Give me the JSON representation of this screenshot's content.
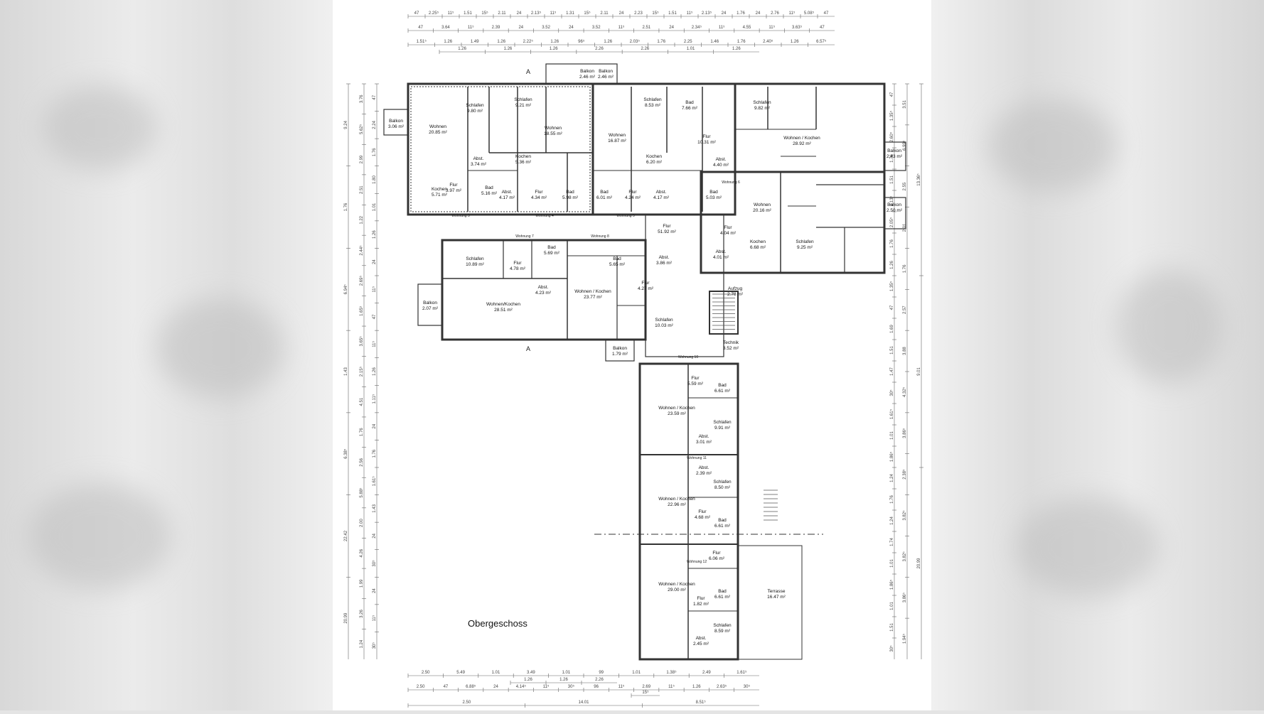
{
  "title": "Obergeschoss",
  "top_dims": {
    "row1": [
      "47",
      "2.25⁵",
      "11⁵",
      "1.51",
      "15⁵",
      "2.11",
      "24",
      "2.13⁵",
      "11⁵",
      "1.31",
      "15⁵",
      "2.11",
      "24",
      "2.23",
      "15⁵",
      "1.51",
      "11⁵",
      "2.13⁵",
      "24",
      "1.76",
      "24",
      "2.76",
      "11⁵",
      "5.08⁵",
      "47"
    ],
    "row2": [
      "47",
      "3.64",
      "11⁵",
      "2.39",
      "24",
      "3.52",
      "24",
      "3.52",
      "11⁵",
      "2.51",
      "24",
      "2.34⁵",
      "11⁵",
      "4.55",
      "11⁵",
      "3.63⁵",
      "47"
    ],
    "row3": [
      "1.51⁵",
      "1.26",
      "1.49",
      "1.26",
      "2.22⁵",
      "1.26",
      "96⁵",
      "1.26",
      "2.03⁵",
      "1.76",
      "2.25",
      "1.46",
      "1.76",
      "2.40⁵",
      "1.26",
      "6.57⁵"
    ],
    "row3b": [
      "1.26",
      "1.26",
      "1.26",
      "2.26",
      "2.26",
      "1.01",
      "1.26"
    ]
  },
  "bottom_dims": {
    "row1": [
      "2.50",
      "5.49",
      "1.01",
      "3.49",
      "1.01",
      "99",
      "1.01",
      "1.38⁵",
      "2.49",
      "1.61⁵"
    ],
    "row1b": [
      "1.26",
      "1.26",
      "2.26"
    ],
    "row2": [
      "2.50",
      "47",
      "6.88⁵",
      "24",
      "4.14⁵",
      "11⁵",
      "30⁵",
      "96",
      "11⁵",
      "2.69",
      "11⁵",
      "1.26",
      "2.63⁵",
      "30⁵"
    ],
    "row2b": [
      "15⁵"
    ],
    "row3": [
      "2.50",
      "14.01",
      "8.51⁵"
    ]
  },
  "left_dims": {
    "outer": [
      "9.24",
      "1.76",
      "6.94⁵",
      "1.43",
      "6.38⁵",
      "22.42",
      "20.99"
    ],
    "inner": [
      "3.76",
      "5.62⁵",
      "2.99",
      "2.51",
      "1.22",
      "2.44⁵",
      "2.69⁵",
      "1.65⁵",
      "3.65⁵",
      "2.15⁵",
      "4.51",
      "1.76",
      "2.56",
      "5.88⁵",
      "2.00",
      "4.26",
      "1.99",
      "3.26",
      "1.24"
    ],
    "small": [
      "47",
      "2.24",
      "1.76",
      "1.80",
      "1.01",
      "1.26",
      "24",
      "11⁵",
      "47",
      "11⁵",
      "1.26",
      "1.11⁵",
      "24",
      "1.76",
      "1.61⁵",
      "1.43",
      "24",
      "30⁵",
      "24",
      "11⁵",
      "30⁵"
    ]
  },
  "right_dims": {
    "outer": [
      "13.36⁵",
      "9.01",
      "20.99"
    ],
    "inner": [
      "3.51",
      "6.99⁵",
      "2.55",
      "2.01",
      "1.76",
      "2.57",
      "3.88",
      "4.32⁵",
      "3.86⁵",
      "2.38⁵",
      "3.82⁵",
      "3.82⁵",
      "3.86⁵",
      "1.94⁵"
    ],
    "small": [
      "47",
      "1.35⁵",
      "2.60⁵",
      "1.76",
      "1.51",
      "2.13⁵",
      "2.05⁵",
      "1.76",
      "1.26",
      "1.35⁵",
      "47",
      "1.69",
      "1.51",
      "1.47",
      "30⁵",
      "1.61⁵",
      "1.01",
      "1.86⁵",
      "1.24",
      "1.76",
      "1.24",
      "1.74",
      "1.01",
      "1.86⁵",
      "1.01",
      "1.51",
      "30⁵"
    ]
  },
  "rooms": [
    {
      "name": "Balkon",
      "area": "3.06 m²"
    },
    {
      "name": "Wohnen",
      "area": "20.85 m²"
    },
    {
      "name": "Schlafen",
      "area": "9.80 m²"
    },
    {
      "name": "Abst.",
      "area": "3.74 m²"
    },
    {
      "name": "Kochen",
      "area": "5.71 m²"
    },
    {
      "name": "Flur",
      "area": "3.97 m²"
    },
    {
      "name": "Bad",
      "area": "5.16 m²"
    },
    {
      "name": "Schlafen",
      "area": "9.21 m²"
    },
    {
      "name": "Kochen",
      "area": "5.36 m²"
    },
    {
      "name": "Abst.",
      "area": "4.17 m²"
    },
    {
      "name": "Flur",
      "area": "4.34 m²"
    },
    {
      "name": "Wohnen",
      "area": "18.55 m²"
    },
    {
      "name": "Bad",
      "area": "5.98 m²"
    },
    {
      "name": "Balkon",
      "area": "2.46 m²"
    },
    {
      "name": "Balkon",
      "area": "2.46 m²"
    },
    {
      "name": "Wohnen",
      "area": "16.87 m²"
    },
    {
      "name": "Bad",
      "area": "6.01 m²"
    },
    {
      "name": "Flur",
      "area": "4.24 m²"
    },
    {
      "name": "Schlafen",
      "area": "8.53 m²"
    },
    {
      "name": "Kochen",
      "area": "6.20 m²"
    },
    {
      "name": "Abst.",
      "area": "4.17 m²"
    },
    {
      "name": "Bad",
      "area": "7.66 m²"
    },
    {
      "name": "Flur",
      "area": "10.31 m²"
    },
    {
      "name": "Abst.",
      "area": "4.40 m²"
    },
    {
      "name": "Schlafen",
      "area": "9.82 m²"
    },
    {
      "name": "Wohnen / Kochen",
      "area": "28.92 m²"
    },
    {
      "name": "Balkon",
      "area": "2.43 m²"
    },
    {
      "name": "Bad",
      "area": "5.03 m²"
    },
    {
      "name": "Wohnen",
      "area": "20.16 m²"
    },
    {
      "name": "Balkon",
      "area": "2.50 m²"
    },
    {
      "name": "Flur",
      "area": "4.04 m²"
    },
    {
      "name": "Abst.",
      "area": "4.01 m²"
    },
    {
      "name": "Kochen",
      "area": "6.68 m²"
    },
    {
      "name": "Schlafen",
      "area": "9.25 m²"
    },
    {
      "name": "Flur",
      "area": "51.92 m²"
    },
    {
      "name": "Schlafen",
      "area": "10.89 m²"
    },
    {
      "name": "Flur",
      "area": "4.78 m²"
    },
    {
      "name": "Bad",
      "area": "5.69 m²"
    },
    {
      "name": "Abst.",
      "area": "4.23 m²"
    },
    {
      "name": "Balkon",
      "area": "2.07 m²"
    },
    {
      "name": "Wohnen/Kochen",
      "area": "28.51 m²"
    },
    {
      "name": "Bad",
      "area": "5.65 m²"
    },
    {
      "name": "Abst.",
      "area": "3.86 m²"
    },
    {
      "name": "Wohnen / Kochen",
      "area": "23.77 m²"
    },
    {
      "name": "Flur",
      "area": "4.27 m²"
    },
    {
      "name": "Schlafen",
      "area": "10.03 m²"
    },
    {
      "name": "Balkon",
      "area": "1.79 m²"
    },
    {
      "name": "Aufzug",
      "area": "2.78 m²"
    },
    {
      "name": "Technik",
      "area": "3.52 m²"
    },
    {
      "name": "Flur",
      "area": "5.59 m²"
    },
    {
      "name": "Bad",
      "area": "6.61 m²"
    },
    {
      "name": "Wohnen / Kochen",
      "area": "23.59 m²"
    },
    {
      "name": "Abst.",
      "area": "3.01 m²"
    },
    {
      "name": "Schlafen",
      "area": "9.91 m²"
    },
    {
      "name": "Abst.",
      "area": "2.39 m²"
    },
    {
      "name": "Schlafen",
      "area": "8.50 m²"
    },
    {
      "name": "Wohnen / Kochen",
      "area": "22.96 m²"
    },
    {
      "name": "Flur",
      "area": "4.68 m²"
    },
    {
      "name": "Bad",
      "area": "6.61 m²"
    },
    {
      "name": "Flur",
      "area": "6.06 m²"
    },
    {
      "name": "Wohnen / Kochen",
      "area": "29.00 m²"
    },
    {
      "name": "Flur",
      "area": "1.82 m²"
    },
    {
      "name": "Bad",
      "area": "6.61 m²"
    },
    {
      "name": "Schlafen",
      "area": "8.59 m²"
    },
    {
      "name": "Abst.",
      "area": "2.45 m²"
    },
    {
      "name": "Terrasse",
      "area": "16.47 m²"
    }
  ],
  "unit_labels": [
    "Wohnung 3",
    "Wohnung 4",
    "Wohnung 5",
    "Wohnung 6",
    "Wohnung 7",
    "Wohnung 8",
    "Wohnung 10",
    "Wohnung 11",
    "Wohnung 12"
  ],
  "section_marker": "A"
}
